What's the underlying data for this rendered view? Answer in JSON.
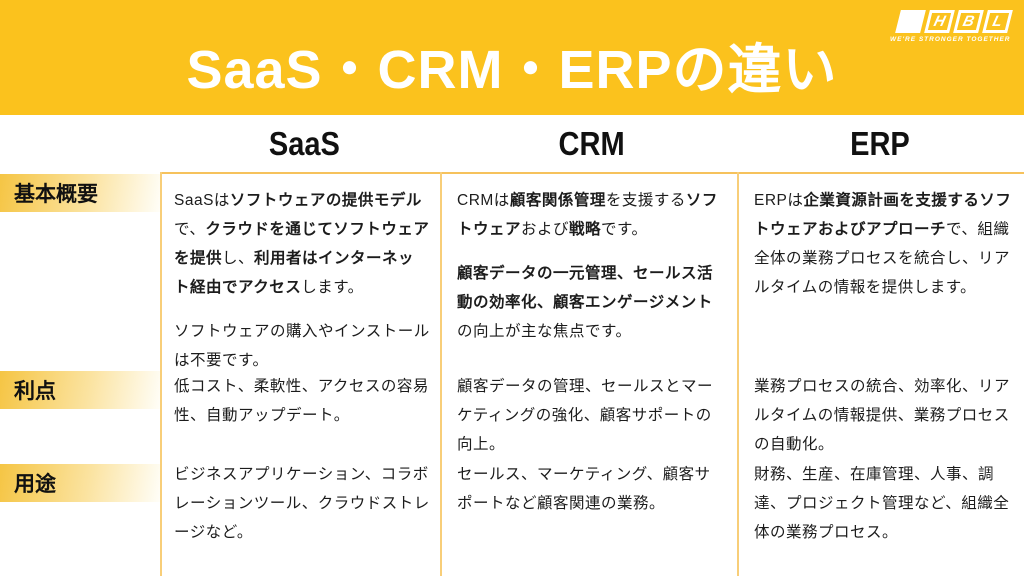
{
  "header": {
    "title": "SaaS・CRM・ERPの違い",
    "background": "#FBC21D",
    "logo": {
      "letters": [
        "H",
        "B",
        "L"
      ],
      "tagline": "WE'RE STRONGER TOGETHER"
    }
  },
  "colors": {
    "banner_yellow": "#FBC21D",
    "grid_border": "#F8CE79",
    "label_gradient_start": "#F5C544",
    "label_gradient_end": "#FFFEF8",
    "text": "#1c1c1c"
  },
  "table": {
    "columns": [
      {
        "label": "SaaS"
      },
      {
        "label": "CRM"
      },
      {
        "label": "ERP"
      }
    ],
    "rows": [
      {
        "label": "基本概要",
        "cells": [
          [
            [
              {
                "text": "SaaSは",
                "bold": false
              },
              {
                "text": "ソフトウェアの提供モデル",
                "bold": true
              },
              {
                "text": "で、",
                "bold": false
              },
              {
                "text": "クラウドを通じてソフトウェアを提供",
                "bold": true
              },
              {
                "text": "し、",
                "bold": false
              },
              {
                "text": "利用者はインターネット経由でアクセス",
                "bold": true
              },
              {
                "text": "します。",
                "bold": false
              }
            ],
            [
              {
                "text": "ソフトウェアの購入やインストールは不要です。",
                "bold": false
              }
            ]
          ],
          [
            [
              {
                "text": "CRMは",
                "bold": false
              },
              {
                "text": "顧客関係管理",
                "bold": true
              },
              {
                "text": "を支援する",
                "bold": false
              },
              {
                "text": "ソフトウェア",
                "bold": true
              },
              {
                "text": "および",
                "bold": false
              },
              {
                "text": "戦略",
                "bold": true
              },
              {
                "text": "です。",
                "bold": false
              }
            ],
            [
              {
                "text": "顧客データの一元管理、セールス活動の効率化、顧客エンゲージメント",
                "bold": true
              },
              {
                "text": "の向上が主な焦点です。",
                "bold": false
              }
            ]
          ],
          [
            [
              {
                "text": "ERPは",
                "bold": false
              },
              {
                "text": "企業資源計画を支援するソフトウェアおよびアプローチ",
                "bold": true
              },
              {
                "text": "で、組織全体の業務プロセスを統合し、リアルタイムの情報を提供します。",
                "bold": false
              }
            ]
          ]
        ]
      },
      {
        "label": "利点",
        "cells": [
          [
            [
              {
                "text": "低コスト、柔軟性、アクセスの容易性、自動アップデート。",
                "bold": false
              }
            ]
          ],
          [
            [
              {
                "text": "顧客データの管理、セールスとマーケティングの強化、顧客サポートの向上。",
                "bold": false
              }
            ]
          ],
          [
            [
              {
                "text": "業務プロセスの統合、効率化、リアルタイムの情報提供、業務プロセスの自動化。",
                "bold": false
              }
            ]
          ]
        ]
      },
      {
        "label": "用途",
        "cells": [
          [
            [
              {
                "text": "ビジネスアプリケーション、コラボレーションツール、クラウドストレージなど。",
                "bold": false
              }
            ]
          ],
          [
            [
              {
                "text": "セールス、マーケティング、顧客サポートなど顧客関連の業務。",
                "bold": false
              }
            ]
          ],
          [
            [
              {
                "text": "財務、生産、在庫管理、人事、調達、プロジェクト管理など、組織全体の業務プロセス。",
                "bold": false
              }
            ]
          ]
        ]
      }
    ]
  }
}
